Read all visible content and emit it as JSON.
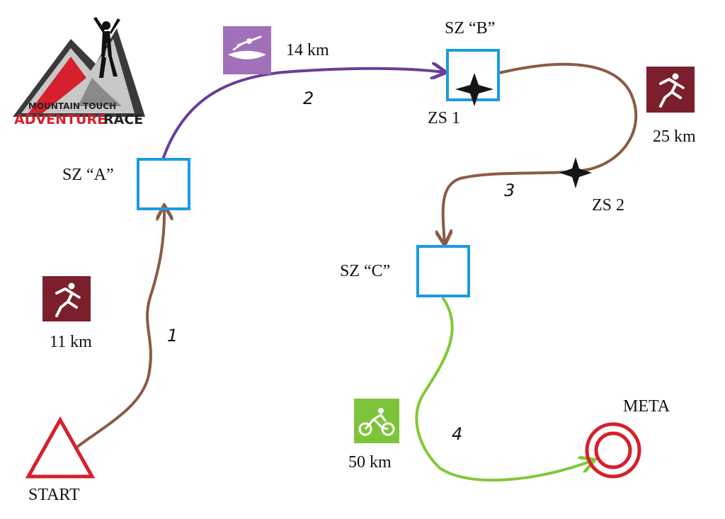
{
  "logo": {
    "line1": "MOUNTAIN TOUCH",
    "line2": "ADVENTURE",
    "line3": "RACE"
  },
  "colors": {
    "trek": "#8b5a45",
    "kayak": "#6a3d97",
    "bike": "#80c935",
    "stage_box": "#1b9be0",
    "start_meta": "#d6202d",
    "run_icon_bg": "#7b1f2c",
    "kayak_icon_bg": "#a070b8",
    "bike_icon_bg": "#7ec43a"
  },
  "labels": {
    "sz_a": "SZ “A”",
    "sz_b": "SZ “B”",
    "sz_c": "SZ “C”",
    "zs1": "ZS 1",
    "zs2": "ZS 2",
    "start": "START",
    "meta": "META"
  },
  "segments": [
    {
      "number": "1",
      "distance": "11 km",
      "icon": "runner-icon"
    },
    {
      "number": "2",
      "distance": "14 km",
      "icon": "kayak-icon"
    },
    {
      "number": "3",
      "distance": "25 km",
      "icon": "runner-icon"
    },
    {
      "number": "4",
      "distance": "50 km",
      "icon": "bike-icon"
    }
  ]
}
